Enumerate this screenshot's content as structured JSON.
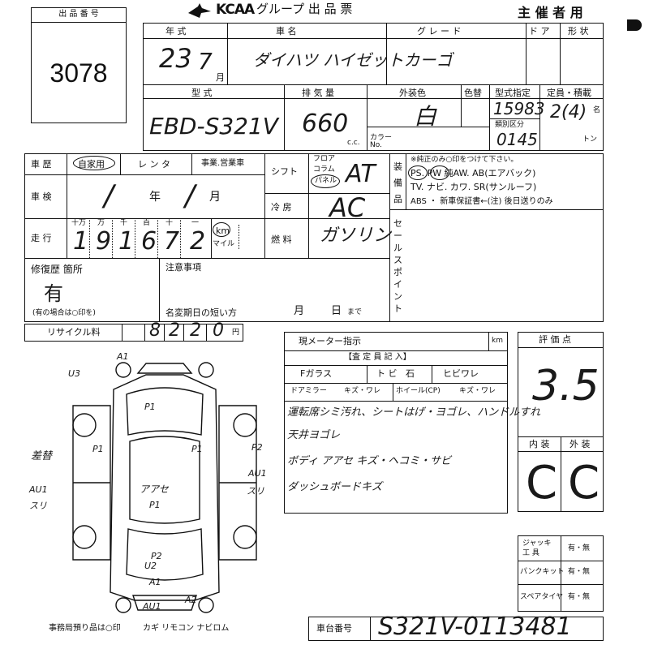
{
  "header": {
    "lot_label": "出 品 番 号",
    "lot_number": "3078",
    "logo": "KCAA",
    "title": "グループ 出 品 票",
    "organizer": "主 催 者 用"
  },
  "labels": {
    "year": "年 式",
    "car_name": "車 名",
    "grade": "グ レ ー ド",
    "doors": "ド ア",
    "body_type": "形 状",
    "model": "型 式",
    "displacement": "排 気 量",
    "exterior_color": "外装色",
    "color_change": "色替",
    "type_designation": "型式指定",
    "category_class": "類別区分",
    "capacity": "定員・積載",
    "cc": "c.c.",
    "color_no": "カラー No.",
    "month": "月",
    "person": "名",
    "ton": "トン",
    "history": "車 歴",
    "private": "自家用",
    "rental": "レ ン タ",
    "business": "事業.営業車",
    "inspection": "車 検",
    "insp_year": "年",
    "insp_month": "月",
    "mileage": "走 行",
    "digit_labels": [
      "十万",
      "万",
      "千",
      "百",
      "十",
      "一"
    ],
    "km": "km",
    "mile": "マイル",
    "shift": "シフト",
    "shift_opts": [
      "フロア",
      "コラム",
      "パネル"
    ],
    "aircon": "冷 房",
    "fuel": "燃 料",
    "equipment": "装 備 品",
    "equip_note": "※純正のみ○印をつけて下さい。",
    "equip_row1": "PS. PW 純AW. AB(エアバック)",
    "equip_row2": "TV. ナビ. カワ. SR(サンルーフ)",
    "equip_row3": "ABS ・ 新車保証書←(注) 後日送りのみ",
    "sales_point": "セ ー ル ス ポ イ ン ト",
    "repair": "修復歴 箇所",
    "repair_note": "(有の場合は○印を)",
    "caution": "注意事項",
    "name_change": "名変期日の短い方",
    "nc_month": "月",
    "nc_day": "日",
    "nc_until": "まで",
    "recycle": "リサイクル料",
    "yen": "円",
    "current_meter": "現メーター指示",
    "inspector": "【査 定 員 記 入】",
    "f_glass": "Fガラス",
    "tobi": "ト ビ",
    "ishi": "石",
    "hibi": "ヒビワレ",
    "door_mirror": "ドアミラー",
    "mirror_opt": "キズ・ワレ",
    "wheel": "ホイール(CP)",
    "wheel_opt": "キズ・ワレ",
    "rating": "評 価 点",
    "interior": "内 装",
    "exterior": "外 装",
    "jack": "ジャッキ 工 具",
    "puncture": "パンクキット",
    "spare": "スペアタイヤ",
    "yes_no": "有・無",
    "office_note": "事務局預り品は○印",
    "keys": "カギ リモコン ナビロム",
    "chassis": "車台番号"
  },
  "values": {
    "year": "23",
    "month": "7",
    "car_name": "ダイハツ ハイゼットカーゴ",
    "model": "EBD-S321V",
    "displacement": "660",
    "color": "白",
    "type_designation": "15983",
    "category_class": "0145",
    "capacity": "2(4)",
    "insp_year": "/",
    "insp_month": "/",
    "mileage_digits": [
      "1",
      "9",
      "1",
      "6",
      "7",
      "2"
    ],
    "shift": "AT",
    "aircon": "AC",
    "fuel": "ガソリン",
    "repair": "有",
    "recycle_digits": [
      "8",
      "2",
      "2",
      "0"
    ],
    "rating": "3.5",
    "interior": "C",
    "exterior": "C",
    "chassis": "S321V-0113481",
    "remarks": [
      "運転席シミ汚れ、シートはげ・ヨゴレ、ハンドルすれ",
      "天井ヨゴレ",
      "ボディ アアセ キズ・ヘコミ・サビ",
      "ダッシュボードキズ"
    ],
    "diagram_marks": [
      "A1",
      "U3",
      "P1",
      "P2",
      "AU1",
      "AU1",
      "スリ",
      "スリ",
      "A2",
      "P1",
      "P2",
      "差替",
      "U2",
      "AU1",
      "アアセ",
      "P1",
      "P1",
      "A1"
    ]
  }
}
